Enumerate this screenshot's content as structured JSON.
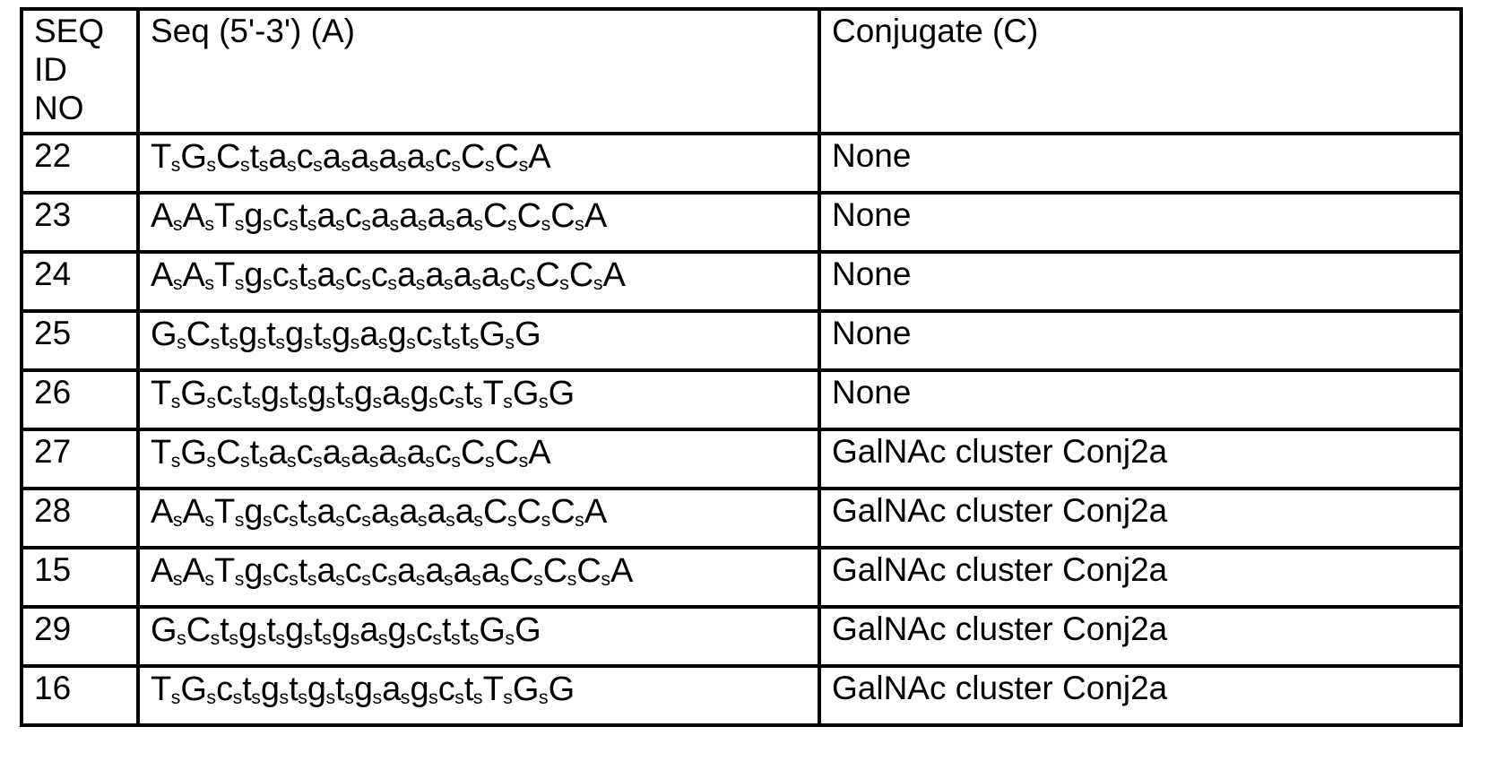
{
  "table": {
    "columns": [
      {
        "key": "seq_id_no",
        "header": "SEQ ID NO"
      },
      {
        "key": "sequence",
        "header": "Seq (5'-3') (A)"
      },
      {
        "key": "conjugate",
        "header": "Conjugate (C)"
      }
    ],
    "header_id_lines": [
      "SEQ",
      "ID",
      "NO"
    ],
    "rows": [
      {
        "seq_id_no": "22",
        "sequence": "T|s|G|s|C|s|t|s|a|s|c|s|a|s|a|s|a|s|a|s|c|s|C|s|C|s|A",
        "conjugate": "None",
        "tall": false
      },
      {
        "seq_id_no": "23",
        "sequence": "A|s|A|s|T|s|g|s|c|s|t|s|a|s|c|s|a|s|a|s|a|s|a|s|C|s|C|s|C|s|A",
        "conjugate": "None",
        "tall": false
      },
      {
        "seq_id_no": "24",
        "sequence": "A|s|A|s|T|s|g|s|c|s|t|s|a|s|c|s|c|s|a|s|a|s|a|s|a|s|c|s|C|s|C|s|A",
        "conjugate": "None",
        "tall": false
      },
      {
        "seq_id_no": "25",
        "sequence": "G|s|C|s|t|s|g|s|t|s|g|s|t|s|g|s|a|s|g|s|c|s|t|s|t|s|G|s|G",
        "conjugate": "None",
        "tall": false
      },
      {
        "seq_id_no": "26",
        "sequence": "T|s|G|s|c|s|t|s|g|s|t|s|g|s|t|s|g|s|a|s|g|s|c|s|t|s|T|s|G|s|G",
        "conjugate": "None",
        "tall": false
      },
      {
        "seq_id_no": "27",
        "sequence": "T|s|G|s|C|s|t|s|a|s|c|s|a|s|a|s|a|s|a|s|c|s|C|s|C|s|A",
        "conjugate": "GalNAc cluster Conj2a",
        "tall": false
      },
      {
        "seq_id_no": "28",
        "sequence": "A|s|A|s|T|s|g|s|c|s|t|s|a|s|c|s|a|s|a|s|a|s|a|s|C|s|C|s|C|s|A",
        "conjugate": "GalNAc cluster Conj2a",
        "tall": false
      },
      {
        "seq_id_no": "15",
        "sequence": "A|s|A|s|T|s|g|s|c|s|t|s|a|s|c|s|c|s|a|s|a|s|a|s|a|s|C|s|C|s|C|s|A",
        "conjugate": "GalNAc cluster Conj2a",
        "tall": false
      },
      {
        "seq_id_no": "29",
        "sequence": "G|s|C|s|t|s|g|s|t|s|g|s|t|s|g|s|a|s|g|s|c|s|t|s|t|s|G|s|G",
        "conjugate": "GalNAc cluster Conj2a",
        "tall": true
      },
      {
        "seq_id_no": "16",
        "sequence": "T|s|G|s|c|s|t|s|g|s|t|s|g|s|t|s|g|s|a|s|g|s|c|s|t|s|T|s|G|s|G",
        "conjugate": "GalNAc cluster Conj2a",
        "tall": false
      }
    ]
  }
}
